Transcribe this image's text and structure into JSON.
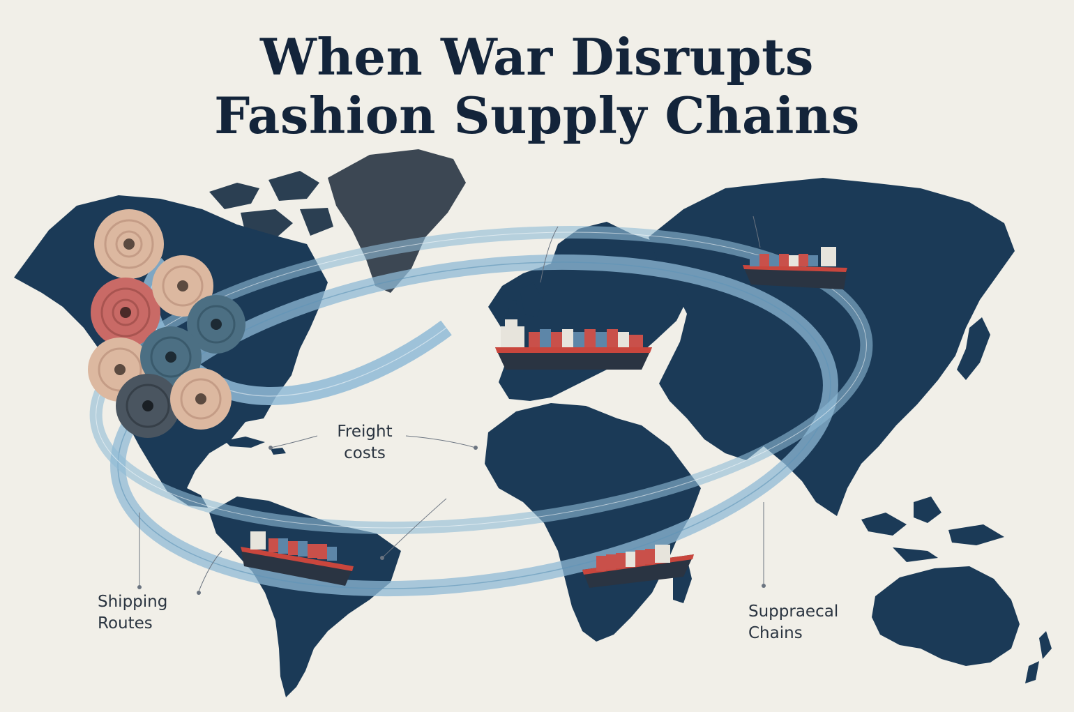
{
  "title": {
    "line1": "When War Disrupts",
    "line2": "Fashion Supply Chains"
  },
  "labels": {
    "freight": [
      "Freight",
      "costs"
    ],
    "shipping": [
      "Shipping",
      "Routes"
    ],
    "chains": [
      "Suppraecal",
      "Chains"
    ]
  },
  "colors": {
    "background": "#f1efe8",
    "land_dark": "#1b3a57",
    "land_gray": "#3c4753",
    "route": "#8fbad6",
    "route_edge": "#5f94b8",
    "ship_hull": "#c9463d",
    "container_red": "#c9504a",
    "container_blue": "#5d86a8",
    "container_white": "#e7e4dc",
    "roll_peach": "#dcb8a0",
    "roll_red": "#c96a66",
    "roll_teal": "#4c6f83",
    "roll_slate": "#4a5560"
  }
}
